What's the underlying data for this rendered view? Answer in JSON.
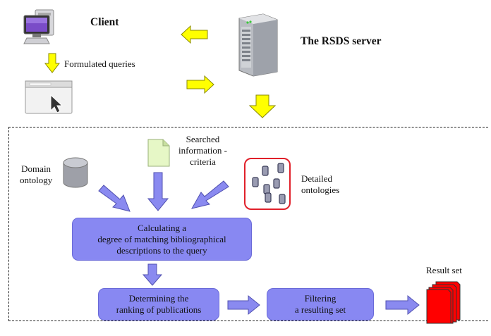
{
  "top": {
    "client_label": "Client",
    "server_label": "The RSDS server",
    "queries_label": "Formulated queries"
  },
  "inputs": {
    "domain_ontology": [
      "Domain",
      "ontology"
    ],
    "searched_info": [
      "Searched",
      "information -",
      "criteria"
    ],
    "detailed_ontologies": [
      "Detailed",
      "ontologies"
    ]
  },
  "process": {
    "calc": [
      "Calculating a",
      "degree of matching bibliographical",
      "descriptions to the query"
    ],
    "ranking": [
      "Determining the",
      "ranking of publications"
    ],
    "filter": [
      "Filtering",
      "a resulting set"
    ],
    "result_label": "Result set"
  },
  "colors": {
    "yellow_arrow": "#ffff00",
    "blue_arrow": "#8a8af0",
    "process_box": "#8888f2",
    "red_border": "#e0202a",
    "result_red": "#ff0000"
  },
  "icons": {
    "client": "desktop-computer-icon",
    "server": "server-tower-icon",
    "browser": "browser-window-icon",
    "domain": "database-cylinder-icon",
    "document": "document-icon",
    "ontologies": "ontology-nodes-icon",
    "result": "result-stack-icon"
  }
}
